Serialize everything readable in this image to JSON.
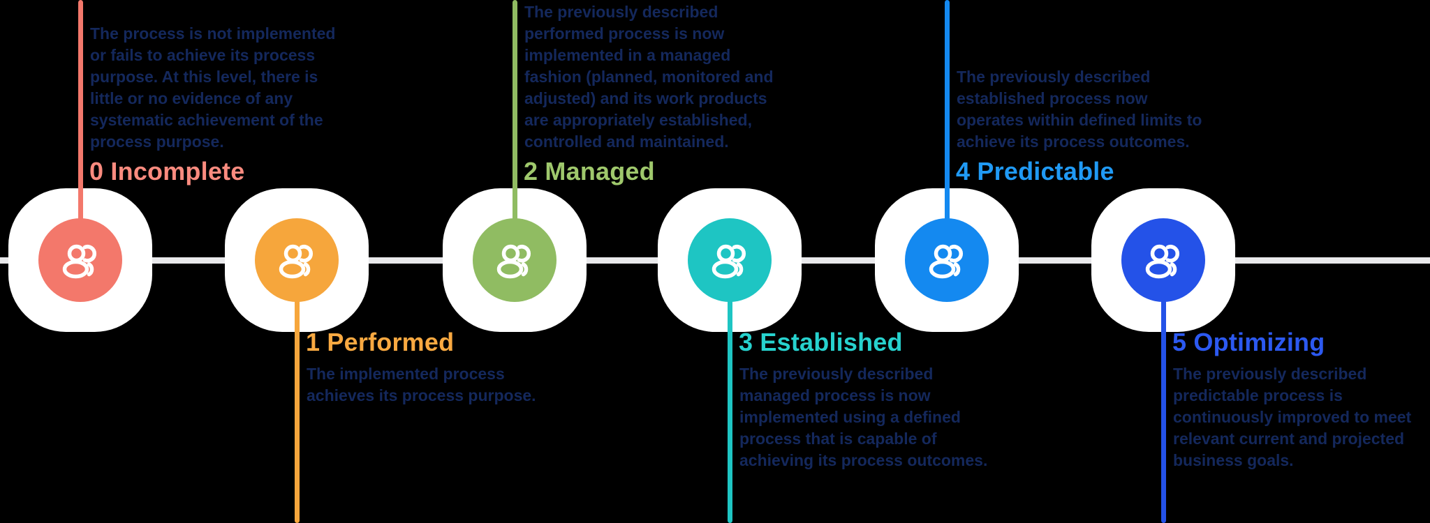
{
  "page": {
    "background_color": "#000000",
    "axis_color": "#E9E9EB",
    "node_inner_color": "#FFFFFF",
    "body_text_color": "#14285C",
    "icon": "people-icon"
  },
  "timeline": {
    "items": [
      {
        "id": "incomplete",
        "heading": "0 Incomplete",
        "position": "top",
        "color": "#F3786B",
        "heading_color": "#FA8B7F",
        "description_lines": [
          "The process is not implemented",
          "or fails to achieve its process",
          "purpose. At this level, there is",
          "little or no evidence of any",
          "systematic achievement of the",
          "process purpose."
        ]
      },
      {
        "id": "performed",
        "heading": "1 Performed",
        "position": "bottom",
        "color": "#F6A63C",
        "heading_color": "#F9A941",
        "description_lines": [
          "The implemented process",
          "achieves its process purpose."
        ]
      },
      {
        "id": "managed",
        "heading": "2 Managed",
        "position": "top",
        "color": "#90BC62",
        "heading_color": "#9FC86C",
        "description_lines": [
          "The previously described",
          "performed process is now",
          "implemented in a managed",
          "fashion (planned, monitored and",
          "adjusted) and its work products",
          "are appropriately established,",
          "controlled and maintained."
        ]
      },
      {
        "id": "established",
        "heading": "3 Established",
        "position": "bottom",
        "color": "#1EC5C3",
        "heading_color": "#27D2CE",
        "description_lines": [
          "The previously described",
          "managed process is now",
          "implemented using a defined",
          "process that is capable of",
          "achieving its process outcomes."
        ]
      },
      {
        "id": "predictable",
        "heading": "4 Predictable",
        "position": "top",
        "color": "#1489F0",
        "heading_color": "#209AF5",
        "description_lines": [
          "The previously described",
          "established process now",
          "operates within defined limits to",
          "achieve its process outcomes."
        ]
      },
      {
        "id": "optimizing",
        "heading": "5 Optimizing",
        "position": "bottom",
        "color": "#2452E8",
        "heading_color": "#2C59F1",
        "description_lines": [
          "The previously described",
          "predictable process is",
          "continuously improved to meet",
          "relevant current and projected",
          "business goals."
        ]
      }
    ]
  }
}
